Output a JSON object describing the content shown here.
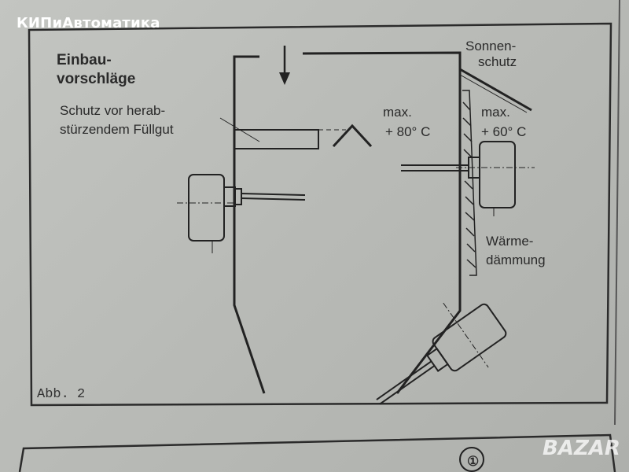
{
  "watermark": "КИПиАвтоматика",
  "bazar_watermark": "BAZAR",
  "figure": {
    "title_line1": "Einbau-",
    "title_line2": "vorschläge",
    "protection_line1": "Schutz vor herab-",
    "protection_line2": "stürzendem Füllgut",
    "max_inside_label": "max.",
    "max_inside_value": "+ 80° C",
    "max_outside_label": "max.",
    "max_outside_value": "+ 60° C",
    "sunshade_line1": "Sonnen-",
    "sunshade_line2": "schutz",
    "insulation_line1": "Wärme-",
    "insulation_line2": "dämmung",
    "caption": "Abb. 2"
  },
  "next_section_number": "①"
}
